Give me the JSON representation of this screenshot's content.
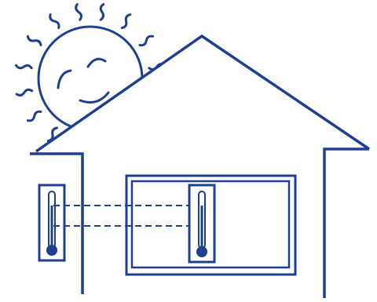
{
  "colors": {
    "line": "#1f3f8f",
    "background": "#ffffff"
  },
  "figure": {
    "subject": "house-with-sun",
    "sun": {
      "face": "smiling",
      "ray_count": 14
    },
    "thermometers": [
      {
        "location": "outside",
        "icon": "thermometer-icon"
      },
      {
        "location": "inside-window",
        "icon": "thermometer-icon"
      }
    ],
    "comparison_lines": 2
  }
}
